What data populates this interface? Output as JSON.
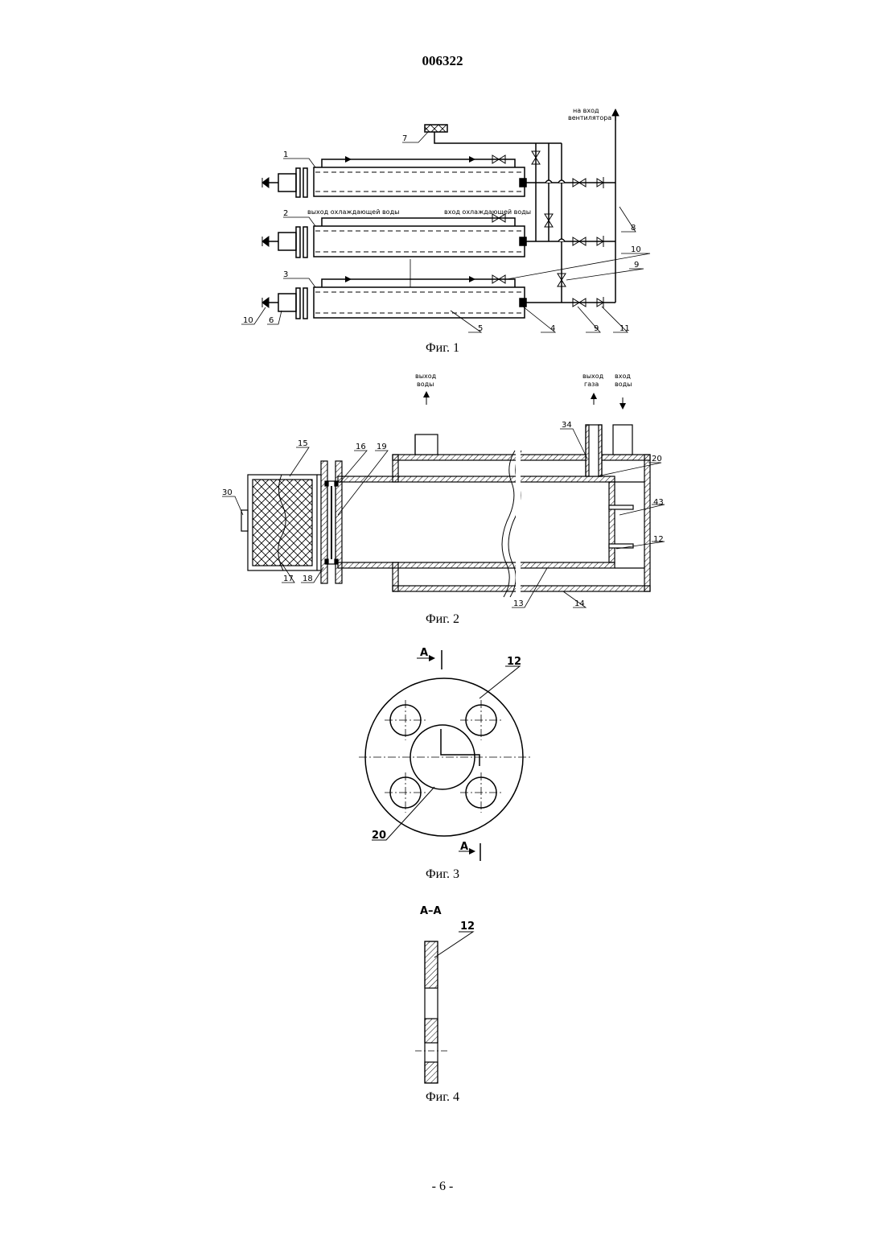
{
  "document": {
    "patent_number": "006322",
    "page_number": "- 6 -"
  },
  "figures": {
    "fig1": {
      "caption": "Фиг. 1",
      "notes": {
        "fan_inlet_line1": "на вход",
        "fan_inlet_line2": "вентилятора",
        "cooling_water_out": "выход охлаждающей воды",
        "cooling_water_in": "вход охлаждающей воды"
      },
      "labels": {
        "l1": "1",
        "l2": "2",
        "l3": "3",
        "l4": "4",
        "l5": "5",
        "l6": "6",
        "l7": "7",
        "l8": "8",
        "l9a": "9",
        "l9b": "9",
        "l10a": "10",
        "l10b": "10",
        "l11": "11"
      }
    },
    "fig2": {
      "caption": "Фиг. 2",
      "notes": {
        "water_out_1": "выход",
        "water_out_2": "воды",
        "gas_out_1": "выход",
        "gas_out_2": "газа",
        "water_in_1": "вход",
        "water_in_2": "воды"
      },
      "labels": {
        "l12": "12",
        "l13": "13",
        "l14": "14",
        "l15": "15",
        "l16": "16",
        "l17": "17",
        "l18": "18",
        "l19": "19",
        "l20": "20",
        "l30": "30",
        "l34": "34",
        "l43": "43"
      }
    },
    "fig3": {
      "caption": "Фиг. 3",
      "labels": {
        "section_top": "A",
        "section_bottom": "A",
        "l12": "12",
        "l20": "20"
      }
    },
    "fig4": {
      "caption": "Фиг. 4",
      "labels": {
        "section": "A–A",
        "l12": "12"
      }
    }
  }
}
